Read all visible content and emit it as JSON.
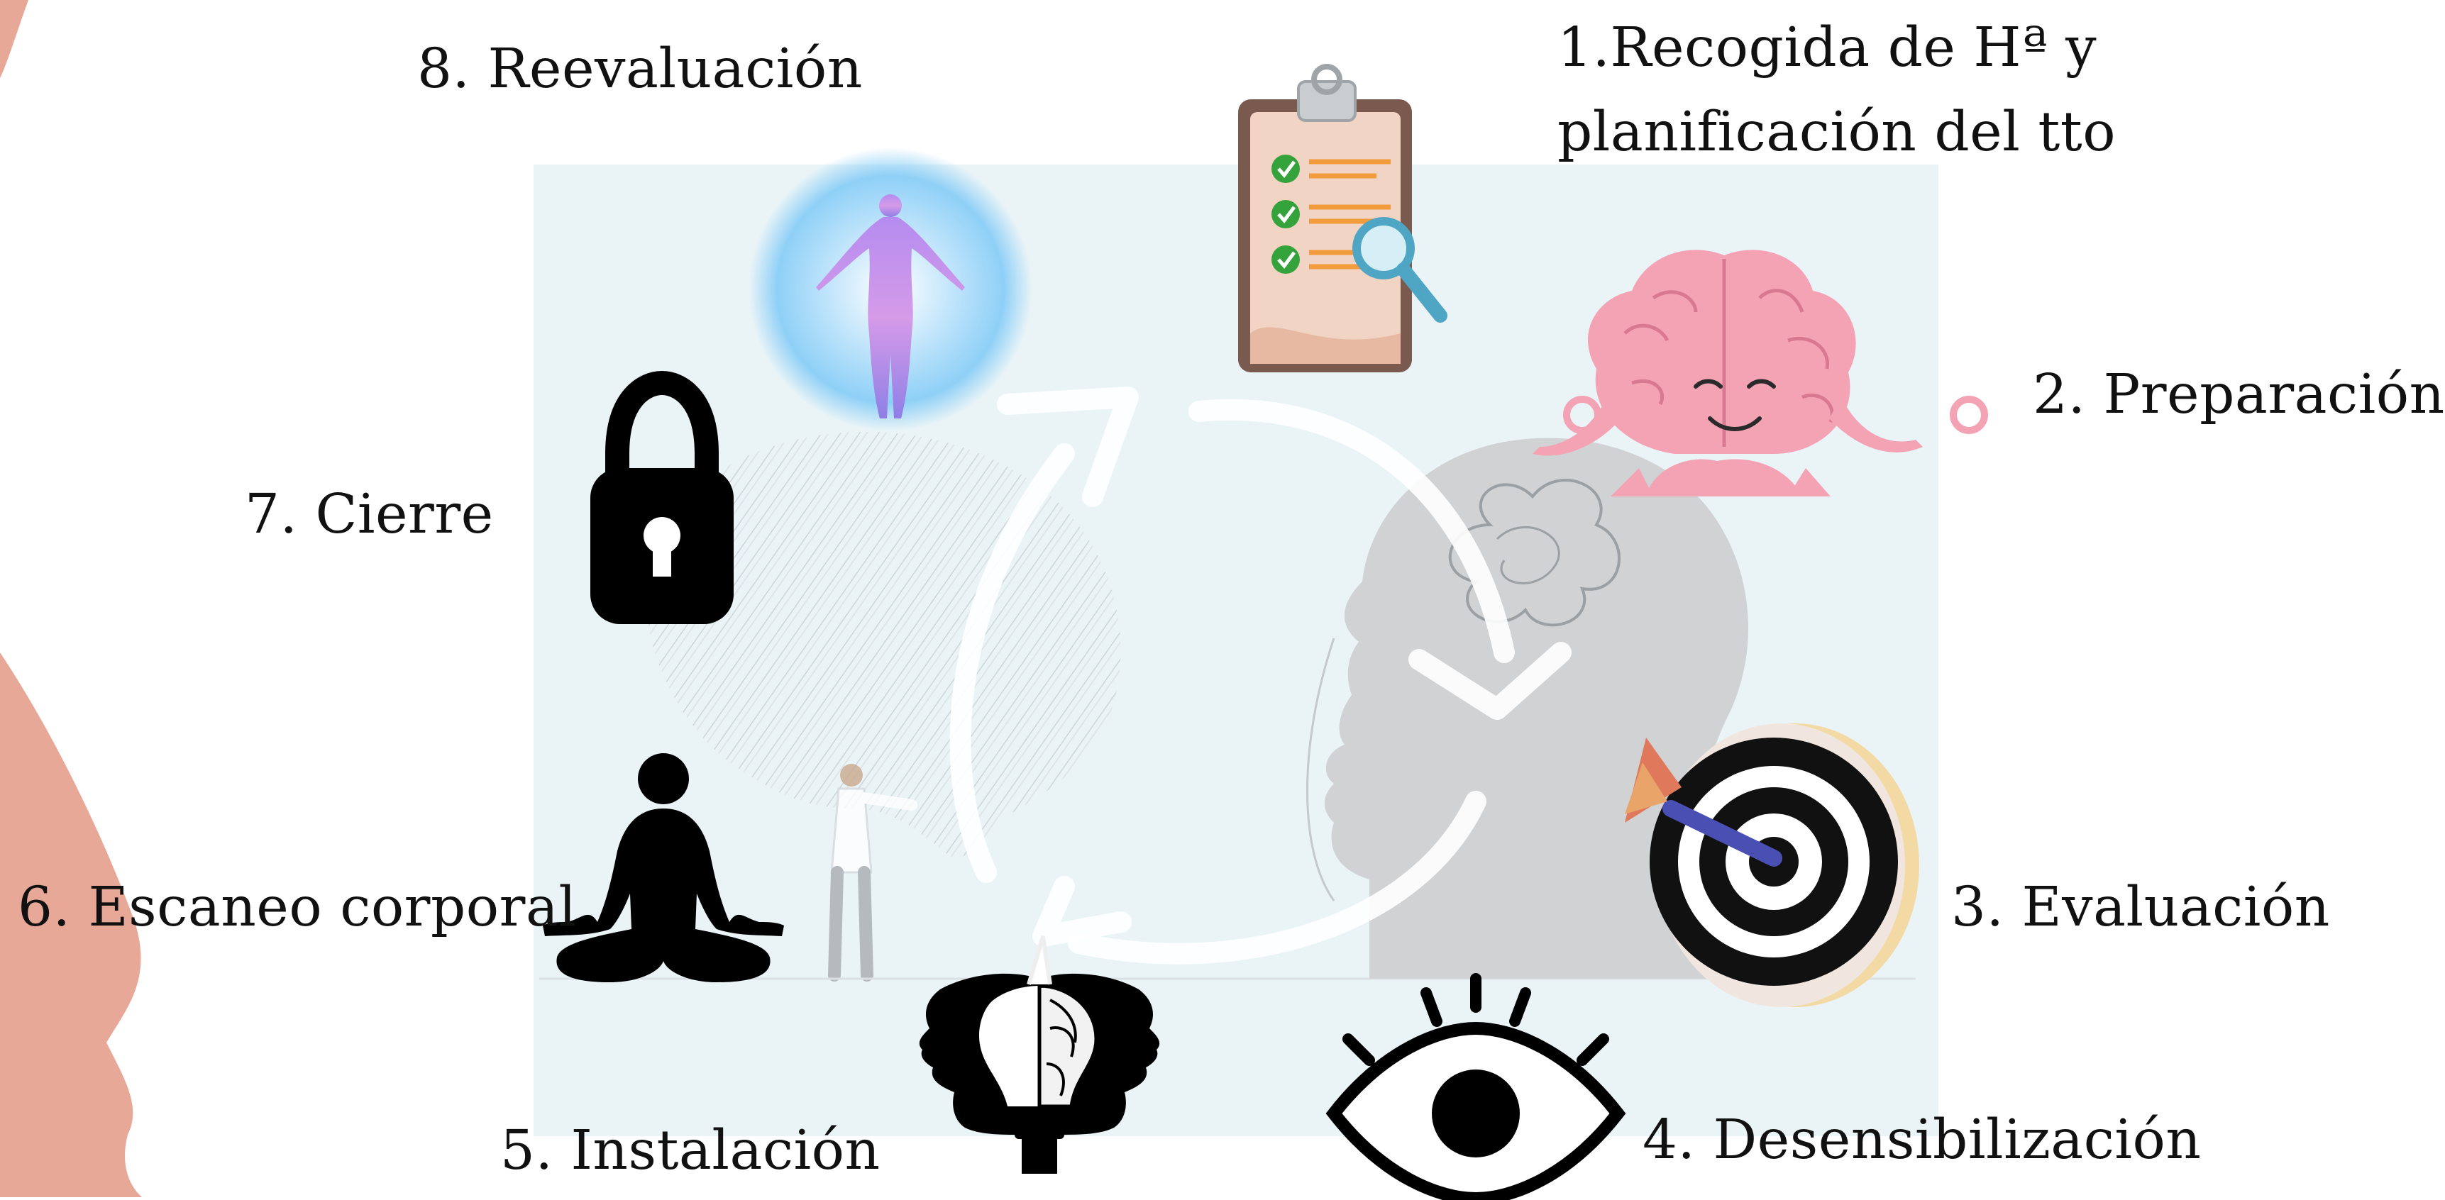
{
  "diagram": {
    "steps": [
      {
        "id": "s1",
        "label": "1.Recogida de Hª y planificación del tto",
        "line1": "1.Recogida de Hª y",
        "line2": "planificación del tto",
        "icon": "clipboard-checklist-icon"
      },
      {
        "id": "s2",
        "label": "2. Preparación",
        "icon": "meditating-brain-icon"
      },
      {
        "id": "s3",
        "label": "3. Evaluación",
        "icon": "target-dart-icon"
      },
      {
        "id": "s4",
        "label": "4. Desensibilización",
        "icon": "eye-icon"
      },
      {
        "id": "s5",
        "label": "5. Instalación",
        "icon": "lightbulb-brain-heads-icon"
      },
      {
        "id": "s6",
        "label": "6. Escaneo corporal",
        "icon": "meditation-pose-icon"
      },
      {
        "id": "s7",
        "label": "7. Cierre",
        "icon": "padlock-icon"
      },
      {
        "id": "s8",
        "label": "8. Reevaluación",
        "icon": "glowing-body-icon"
      }
    ],
    "cycle": "circular-arrows",
    "colors": {
      "panel": "#EAF4F7",
      "side_shape": "#E8A898",
      "text": "#111111",
      "brain_pink": "#F4A3B5",
      "target_ring": "#F3D9A3",
      "dart": "#4A4FB3"
    }
  }
}
